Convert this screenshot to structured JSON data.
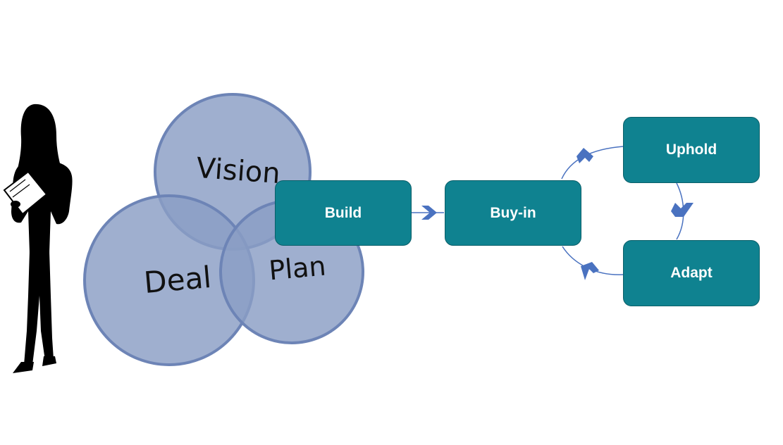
{
  "venn": {
    "vision": "Vision",
    "deal": "Deal",
    "plan": "Plan"
  },
  "flow": {
    "build": "Build",
    "buyin": "Buy-in",
    "uphold": "Uphold",
    "adapt": "Adapt"
  },
  "colors": {
    "circle_fill": "#8a9ec4",
    "circle_stroke": "#6f86b8",
    "box_fill": "#0f8290",
    "arrow": "#4a72c0"
  },
  "icons": {
    "figure": "businesswoman-silhouette-icon",
    "arrow": "chevron-arrow-icon"
  }
}
